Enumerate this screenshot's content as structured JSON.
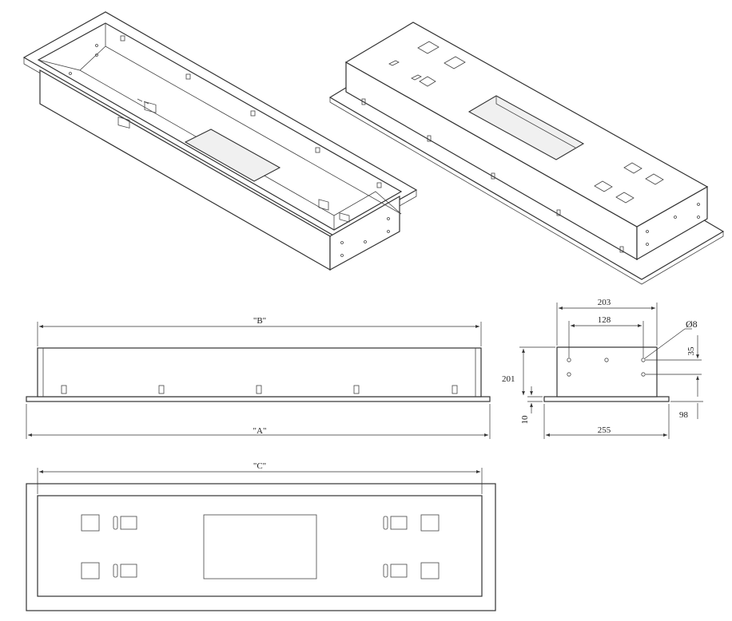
{
  "drawing": {
    "front_view": {
      "label_b": "\"B\"",
      "label_a": "\"A\""
    },
    "top_view": {
      "label_c": "\"C\""
    },
    "side_view": {
      "dim_203": "203",
      "dim_128": "128",
      "dim_diameter": "Ø8",
      "dim_35": "35",
      "dim_201": "201",
      "dim_10": "10",
      "dim_98": "98",
      "dim_255": "255"
    }
  }
}
